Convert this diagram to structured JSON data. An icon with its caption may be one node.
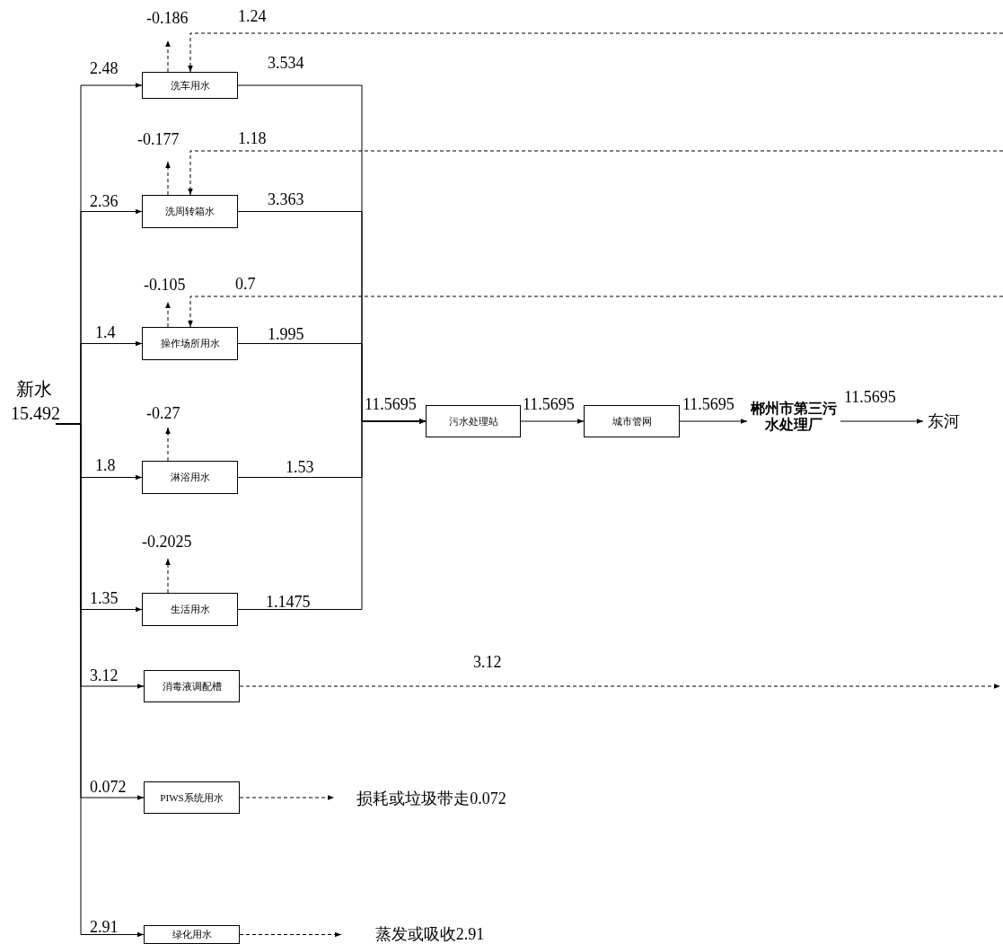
{
  "diagram": {
    "nodes": [
      {
        "text": [
          "新水"
        ]
      },
      {
        "text": [
          "洗车用水"
        ]
      },
      {
        "text": [
          "洗周转箱水"
        ]
      },
      {
        "text": [
          "操作场所用水"
        ]
      },
      {
        "text": [
          "淋浴用水"
        ]
      },
      {
        "text": [
          "生活用水"
        ]
      },
      {
        "text": [
          "消毒液调配槽"
        ]
      },
      {
        "text": [
          "PIWS系统用水"
        ]
      },
      {
        "text": [
          "绿化用水"
        ]
      },
      {
        "text": [
          "污水处理站"
        ]
      },
      {
        "text": [
          "城市管网"
        ]
      },
      {
        "text": [
          "郴州市第三污水处理厂"
        ]
      },
      {
        "text": [
          "东河"
        ]
      },
      {
        "text": [
          "损耗或垃圾带走0.072"
        ]
      },
      {
        "text": [
          "蒸发或吸收2.91"
        ]
      }
    ],
    "edges": [
      {
        "from": 0,
        "to": 1,
        "arrow": "to",
        "label": "2.48"
      },
      {
        "from": 0,
        "to": 2,
        "arrow": "to",
        "label": "2.36"
      },
      {
        "from": 0,
        "to": 3,
        "arrow": "to",
        "label": "1.4"
      },
      {
        "from": 0,
        "to": 4,
        "arrow": "to",
        "label": "1.8"
      },
      {
        "from": 0,
        "to": 5,
        "arrow": "to",
        "label": "1.35"
      },
      {
        "from": 0,
        "to": 6,
        "arrow": "to",
        "label": "3.12"
      },
      {
        "from": 0,
        "to": 7,
        "arrow": "to",
        "label": "0.072"
      },
      {
        "from": 0,
        "to": 8,
        "arrow": "to",
        "label": "2.91"
      },
      {
        "from": 1,
        "to": 9,
        "arrow": "to",
        "label": "3.534"
      },
      {
        "from": 2,
        "to": 9,
        "arrow": "to",
        "label": "3.363"
      },
      {
        "from": 3,
        "to": 9,
        "arrow": "to",
        "label": "1.995"
      },
      {
        "from": 4,
        "to": 9,
        "arrow": "to",
        "label": "1.53"
      },
      {
        "from": 5,
        "to": 9,
        "arrow": "to",
        "label": "1.1475"
      },
      {
        "from": 9,
        "to": 10,
        "arrow": "to",
        "label": "11.5695"
      },
      {
        "from": 10,
        "to": 11,
        "arrow": "to",
        "label": "11.5695"
      },
      {
        "from": 11,
        "to": 12,
        "arrow": "to",
        "label": "11.5695"
      },
      {
        "from": 1,
        "to": null,
        "arrow": "to",
        "label": "-0.186",
        "style": "dashed"
      },
      {
        "from": 2,
        "to": null,
        "arrow": "to",
        "label": "-0.177",
        "style": "dashed"
      },
      {
        "from": 3,
        "to": null,
        "arrow": "to",
        "label": "-0.105",
        "style": "dashed"
      },
      {
        "from": 4,
        "to": null,
        "arrow": "to",
        "label": "-0.27",
        "style": "dashed"
      },
      {
        "from": 5,
        "to": null,
        "arrow": "to",
        "label": "-0.2025",
        "style": "dashed"
      },
      {
        "from": null,
        "to": 1,
        "arrow": "to",
        "label": "1.24",
        "style": "dashed"
      },
      {
        "from": null,
        "to": 2,
        "arrow": "to",
        "label": "1.18",
        "style": "dashed"
      },
      {
        "from": null,
        "to": 3,
        "arrow": "to",
        "label": "0.7",
        "style": "dashed"
      },
      {
        "from": 6,
        "to": null,
        "arrow": "to",
        "label": "3.12",
        "style": "dashed"
      },
      {
        "from": 7,
        "to": 13,
        "arrow": "to",
        "style": "dashed"
      },
      {
        "from": 8,
        "to": 14,
        "arrow": "to",
        "style": "dashed"
      }
    ],
    "labels": [
      "15.492",
      "11.5695"
    ]
  }
}
